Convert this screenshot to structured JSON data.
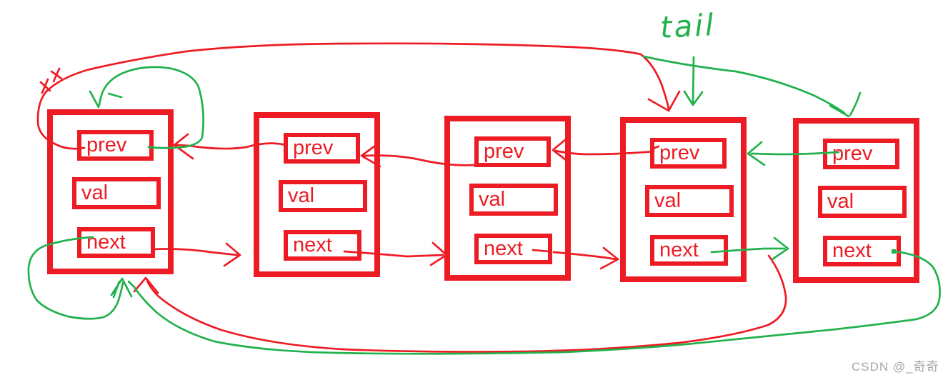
{
  "annotations": {
    "tail_label": "tail",
    "watermark": "CSDN @_奇奇"
  },
  "colors": {
    "red": "#ed1c24",
    "green": "#22b14c",
    "watermark": "#a6a6a6",
    "background": "#ffffff"
  },
  "nodes": [
    {
      "id": "node-1",
      "fields": {
        "prev": "prev",
        "val": "val",
        "next": "next"
      }
    },
    {
      "id": "node-2",
      "fields": {
        "prev": "prev",
        "val": "val",
        "next": "next"
      }
    },
    {
      "id": "node-3",
      "fields": {
        "prev": "prev",
        "val": "val",
        "next": "next"
      }
    },
    {
      "id": "node-4",
      "fields": {
        "prev": "prev",
        "val": "val",
        "next": "next"
      }
    },
    {
      "id": "node-5",
      "fields": {
        "prev": "prev",
        "val": "val",
        "next": "next"
      }
    }
  ]
}
